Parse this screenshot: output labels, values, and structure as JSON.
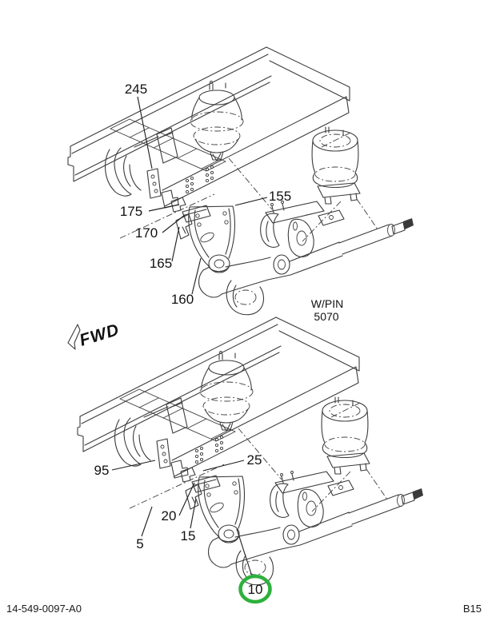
{
  "page": {
    "background": "#ffffff",
    "line_color": "#3c3c3c"
  },
  "footer": {
    "doc_number": "14-549-0097-A0",
    "page_code": "B15"
  },
  "orientation": {
    "fwd_label": "FWD"
  },
  "variant_note": {
    "line1": "W/PIN",
    "line2": "5070"
  },
  "highlight": {
    "color": "#2db13c",
    "target_callout": "10"
  },
  "views": {
    "upper": {
      "description": "rear air suspension assembly - upper exploded view",
      "callouts": [
        {
          "label": "245"
        },
        {
          "label": "175"
        },
        {
          "label": "170"
        },
        {
          "label": "165"
        },
        {
          "label": "160"
        },
        {
          "label": "155"
        }
      ]
    },
    "lower": {
      "description": "rear air suspension assembly - lower exploded view",
      "callouts": [
        {
          "label": "95"
        },
        {
          "label": "25"
        },
        {
          "label": "20"
        },
        {
          "label": "15"
        },
        {
          "label": "5"
        },
        {
          "label": "10",
          "highlighted": true
        }
      ]
    }
  }
}
